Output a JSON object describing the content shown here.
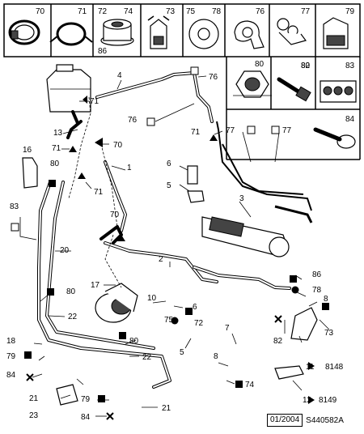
{
  "header_cells": [
    {
      "num": "70",
      "icon": "hose-clamp-icon"
    },
    {
      "num": "71",
      "icon": "hose-clip-icon"
    },
    {
      "num": "72",
      "icon": "flange-nut-icon",
      "num2": "74",
      "num3": "86"
    },
    {
      "num": "73",
      "icon": "spring-clip-icon"
    },
    {
      "num": "75",
      "icon": "washer-icon"
    },
    {
      "num": "78",
      "icon": "washer-icon"
    },
    {
      "num": "76",
      "icon": "p-clip-icon"
    },
    {
      "num": "77",
      "icon": "twin-clip-icon"
    },
    {
      "num": "79",
      "icon": "clip-nut-icon"
    }
  ],
  "side_cells": [
    {
      "num": "80",
      "icon": "hex-nut-icon"
    },
    {
      "num": "82",
      "icon": "bolt-icon"
    },
    {
      "num": "83",
      "icon": "triple-clip-icon"
    },
    {
      "num": "84",
      "icon": "screw-icon"
    }
  ],
  "callouts": {
    "n4": "4",
    "n76a": "76",
    "n76b": "76",
    "n71a": "71",
    "n71b": "71",
    "n71c": "71",
    "n71d": "71",
    "n13": "13",
    "n70a": "70",
    "n70b": "70",
    "n77a": "77",
    "n77b": "77",
    "n16": "16",
    "n80a": "80",
    "n1": "1",
    "n6a": "6",
    "n5a": "5",
    "n83": "83",
    "n3": "3",
    "n20": "20",
    "n2": "2",
    "n86": "86",
    "n78": "78",
    "n8a": "8",
    "n17": "17",
    "n80b": "80",
    "n22a": "22",
    "n10": "10",
    "n6b": "6",
    "n75": "75",
    "n72": "72",
    "n82": "82",
    "n73": "73",
    "n5b": "5",
    "n18": "18",
    "n80c": "80",
    "n7": "7",
    "n79a": "79",
    "n22b": "22",
    "n8b": "8",
    "n11": "11",
    "n8148": "8148",
    "n84a": "84",
    "n74": "74",
    "n21a": "21",
    "n23": "23",
    "n79b": "79",
    "n21b": "21",
    "n84b": "84",
    "n12": "12",
    "n8149": "8149"
  },
  "footer": {
    "date": "01/2004",
    "ref": "S440582A"
  }
}
